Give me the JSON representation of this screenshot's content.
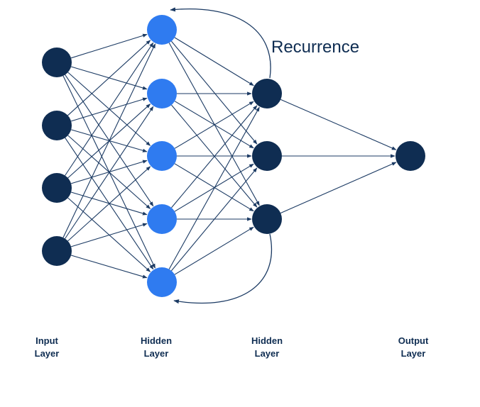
{
  "caption": "Recurrence",
  "layers": [
    {
      "label_line1": "Input",
      "label_line2": "Layer",
      "nodes": 4,
      "color": "#0f2d52"
    },
    {
      "label_line1": "Hidden",
      "label_line2": "Layer",
      "nodes": 5,
      "color": "#2f7bf0"
    },
    {
      "label_line1": "Hidden",
      "label_line2": "Layer",
      "nodes": 3,
      "color": "#0f2d52"
    },
    {
      "label_line1": "Output",
      "label_line2": "Layer",
      "nodes": 1,
      "color": "#0f2d52"
    }
  ],
  "edge_color": "#1b3a63"
}
